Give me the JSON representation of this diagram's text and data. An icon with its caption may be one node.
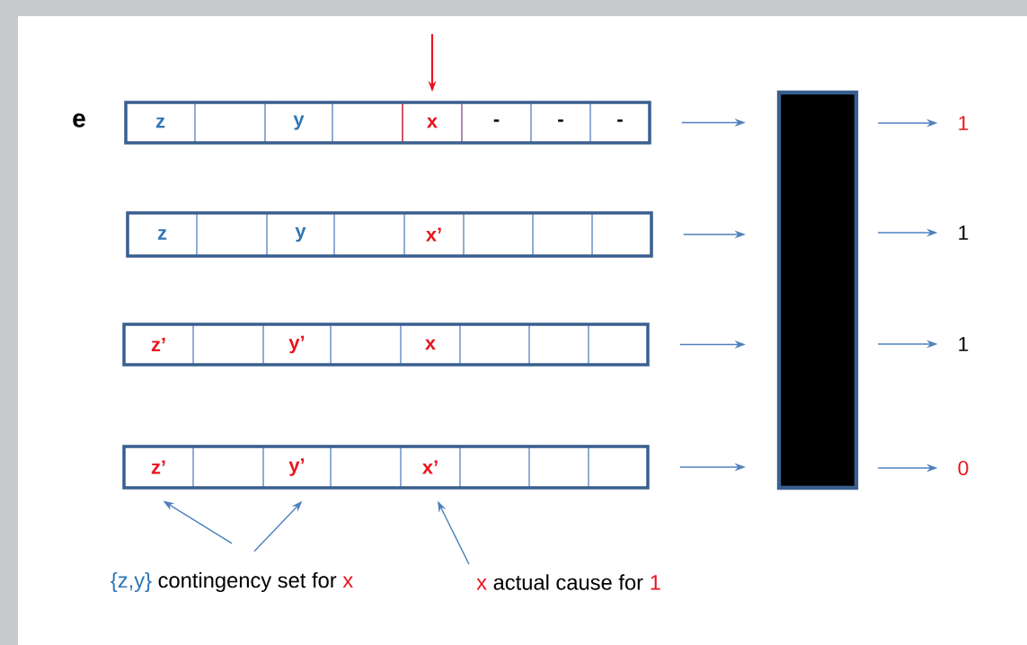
{
  "diagram": {
    "nodes": [
      {
        "text": [],
        "shape": "box"
      },
      {
        "text": [
          "z"
        ],
        "in": 0
      },
      {
        "text": [],
        "shape": "box",
        "in": 0
      },
      {
        "text": [
          "y"
        ],
        "in": 0
      },
      {
        "text": [],
        "shape": "box",
        "in": 0
      },
      {
        "text": [
          "x"
        ],
        "in": 0
      },
      {
        "text": [
          "-"
        ],
        "in": 0
      },
      {
        "text": [
          "-"
        ],
        "in": 0
      },
      {
        "text": [
          "-"
        ],
        "in": 0
      },
      {
        "text": [],
        "shape": "box"
      },
      {
        "text": [
          "z"
        ],
        "in": 9
      },
      {
        "text": [],
        "shape": "box",
        "in": 9
      },
      {
        "text": [
          "y"
        ],
        "in": 9
      },
      {
        "text": [],
        "shape": "box",
        "in": 9
      },
      {
        "text": [
          "x’"
        ],
        "in": 9
      },
      {
        "text": [],
        "shape": "box",
        "in": 9
      },
      {
        "text": [],
        "shape": "box",
        "in": 9
      },
      {
        "text": [],
        "shape": "box",
        "in": 9
      },
      {
        "text": [],
        "shape": "box"
      },
      {
        "text": [
          "z’"
        ],
        "in": 18
      },
      {
        "text": [],
        "shape": "box",
        "in": 18
      },
      {
        "text": [
          "y’"
        ],
        "in": 18
      },
      {
        "text": [],
        "shape": "box",
        "in": 18
      },
      {
        "text": [
          "x"
        ],
        "in": 18
      },
      {
        "text": [],
        "shape": "box",
        "in": 18
      },
      {
        "text": [],
        "shape": "box",
        "in": 18
      },
      {
        "text": [],
        "shape": "box",
        "in": 18
      },
      {
        "text": [],
        "shape": "box"
      },
      {
        "text": [
          "z’"
        ],
        "in": 27
      },
      {
        "text": [],
        "shape": "box",
        "in": 27
      },
      {
        "text": [
          "y’"
        ],
        "in": 27
      },
      {
        "text": [],
        "shape": "box",
        "in": 27
      },
      {
        "text": [
          "x’"
        ],
        "in": 27
      },
      {
        "text": [],
        "shape": "box",
        "in": 27
      },
      {
        "text": [],
        "shape": "box",
        "in": 27
      },
      {
        "text": [],
        "shape": "box",
        "in": 27
      },
      {
        "text": [],
        "shape": "bar"
      },
      {
        "text": [
          "1"
        ]
      },
      {
        "text": [
          "1"
        ]
      },
      {
        "text": [
          "1"
        ]
      },
      {
        "text": [
          "0"
        ]
      },
      {
        "text": [
          "{z,y}",
          "contingency set for",
          "x"
        ]
      },
      {
        "text": [
          "x",
          "actual cause for",
          "1"
        ]
      }
    ],
    "edges": [
      {
        "from": 0,
        "to": 36,
        "arrow": "to"
      },
      {
        "from": 9,
        "to": 36,
        "arrow": "to"
      },
      {
        "from": 18,
        "to": 36,
        "arrow": "to"
      },
      {
        "from": 27,
        "to": 36,
        "arrow": "to"
      },
      {
        "from": 36,
        "to": 37,
        "arrow": "to"
      },
      {
        "from": 36,
        "to": 38,
        "arrow": "to"
      },
      {
        "from": 36,
        "to": 39,
        "arrow": "to"
      },
      {
        "from": 36,
        "to": 40,
        "arrow": "to"
      },
      {
        "from": null,
        "to": 5,
        "arrow": "to",
        "color": "#e8141e"
      },
      {
        "from": 41,
        "to": 28,
        "arrow": "to"
      },
      {
        "from": 41,
        "to": 30,
        "arrow": "to"
      },
      {
        "from": 42,
        "to": 32,
        "arrow": "to"
      }
    ],
    "labels": [
      "e"
    ]
  }
}
